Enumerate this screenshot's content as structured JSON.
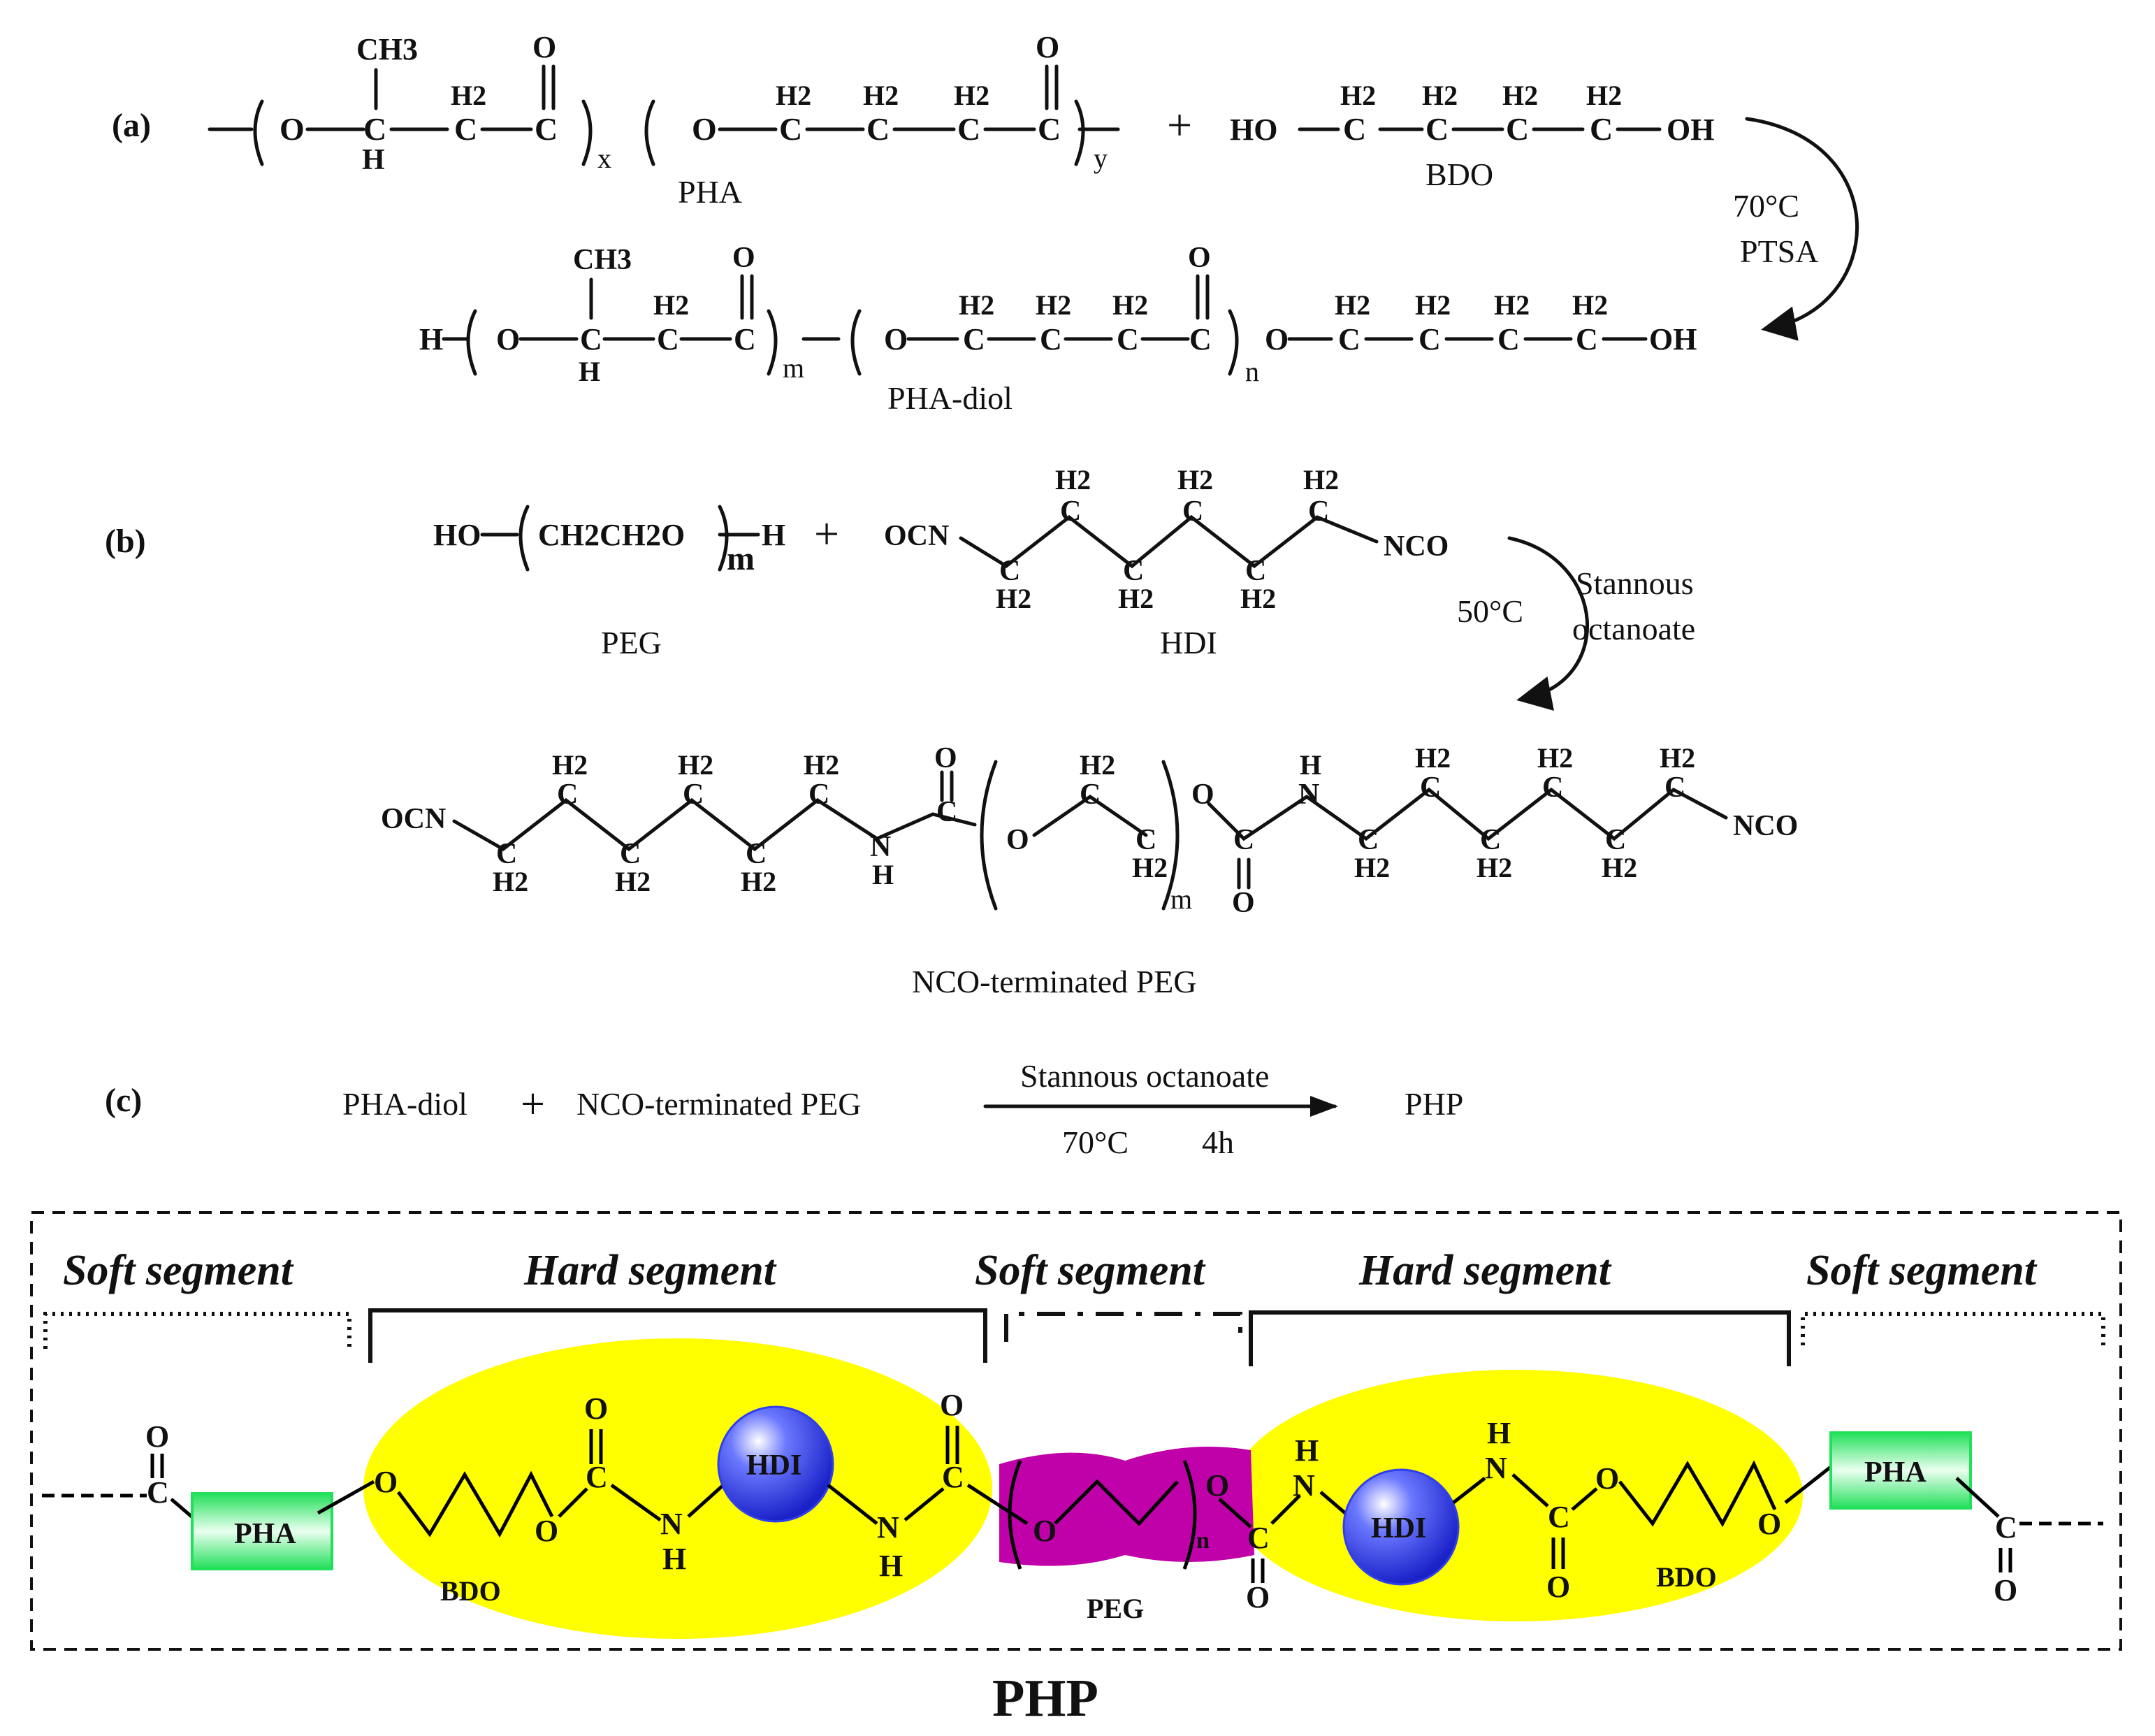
{
  "panel_a": {
    "label": "(a)",
    "atoms": {
      "ch3": "CH3",
      "h2": "H2",
      "o": "O",
      "c": "C",
      "h": "H",
      "ho": "HO",
      "oh": "OH",
      "h_end": "H"
    },
    "subscripts": {
      "x": "x",
      "y": "y",
      "m": "m",
      "n": "n"
    },
    "plus": "+",
    "pha_name": "PHA",
    "bdo_name": "BDO",
    "condition_temp": "70°C",
    "condition_catalyst": "PTSA",
    "product_name": "PHA-diol"
  },
  "panel_b": {
    "label": "(b)",
    "peg_formula": {
      "ho": "HO",
      "unit": "CH2CH2O",
      "m": "m",
      "h": "H"
    },
    "plus": "+",
    "atoms": {
      "ocn": "OCN",
      "nco": "NCO",
      "ch": "C",
      "h2": "H2",
      "n": "N",
      "nh": "H",
      "o": "O"
    },
    "peg_name": "PEG",
    "hdi_name": "HDI",
    "condition_temp": "50°C",
    "condition_cat_1": "Stannous",
    "condition_cat_2": "octanoate",
    "product_subscript": "m",
    "product_name": "NCO-terminated PEG"
  },
  "panel_c": {
    "label": "(c)",
    "reactant_1": "PHA-diol",
    "plus": "+",
    "reactant_2": "NCO-terminated PEG",
    "catalyst": "Stannous octanoate",
    "temp": "70°C",
    "time": "4h",
    "product": "PHP"
  },
  "segments": {
    "soft_left": "Soft segment",
    "hard_left": "Hard segment",
    "soft_middle": "Soft segment",
    "hard_right": "Hard segment",
    "soft_right": "Soft segment"
  },
  "chain": {
    "o": "O",
    "c": "C",
    "n": "N",
    "h": "H",
    "n_sub": "n",
    "pha_left": "PHA",
    "pha_right": "PHA",
    "hdi_left": "HDI",
    "hdi_right": "HDI",
    "bdo_left": "BDO",
    "bdo_right": "BDO",
    "peg": "PEG"
  },
  "title": "PHP",
  "colors": {
    "hard_fill": "#ffff00",
    "peg_fill": "#c000a8",
    "pha_fill": "#22e05a",
    "hdi_fill": "#2f3ff0"
  }
}
